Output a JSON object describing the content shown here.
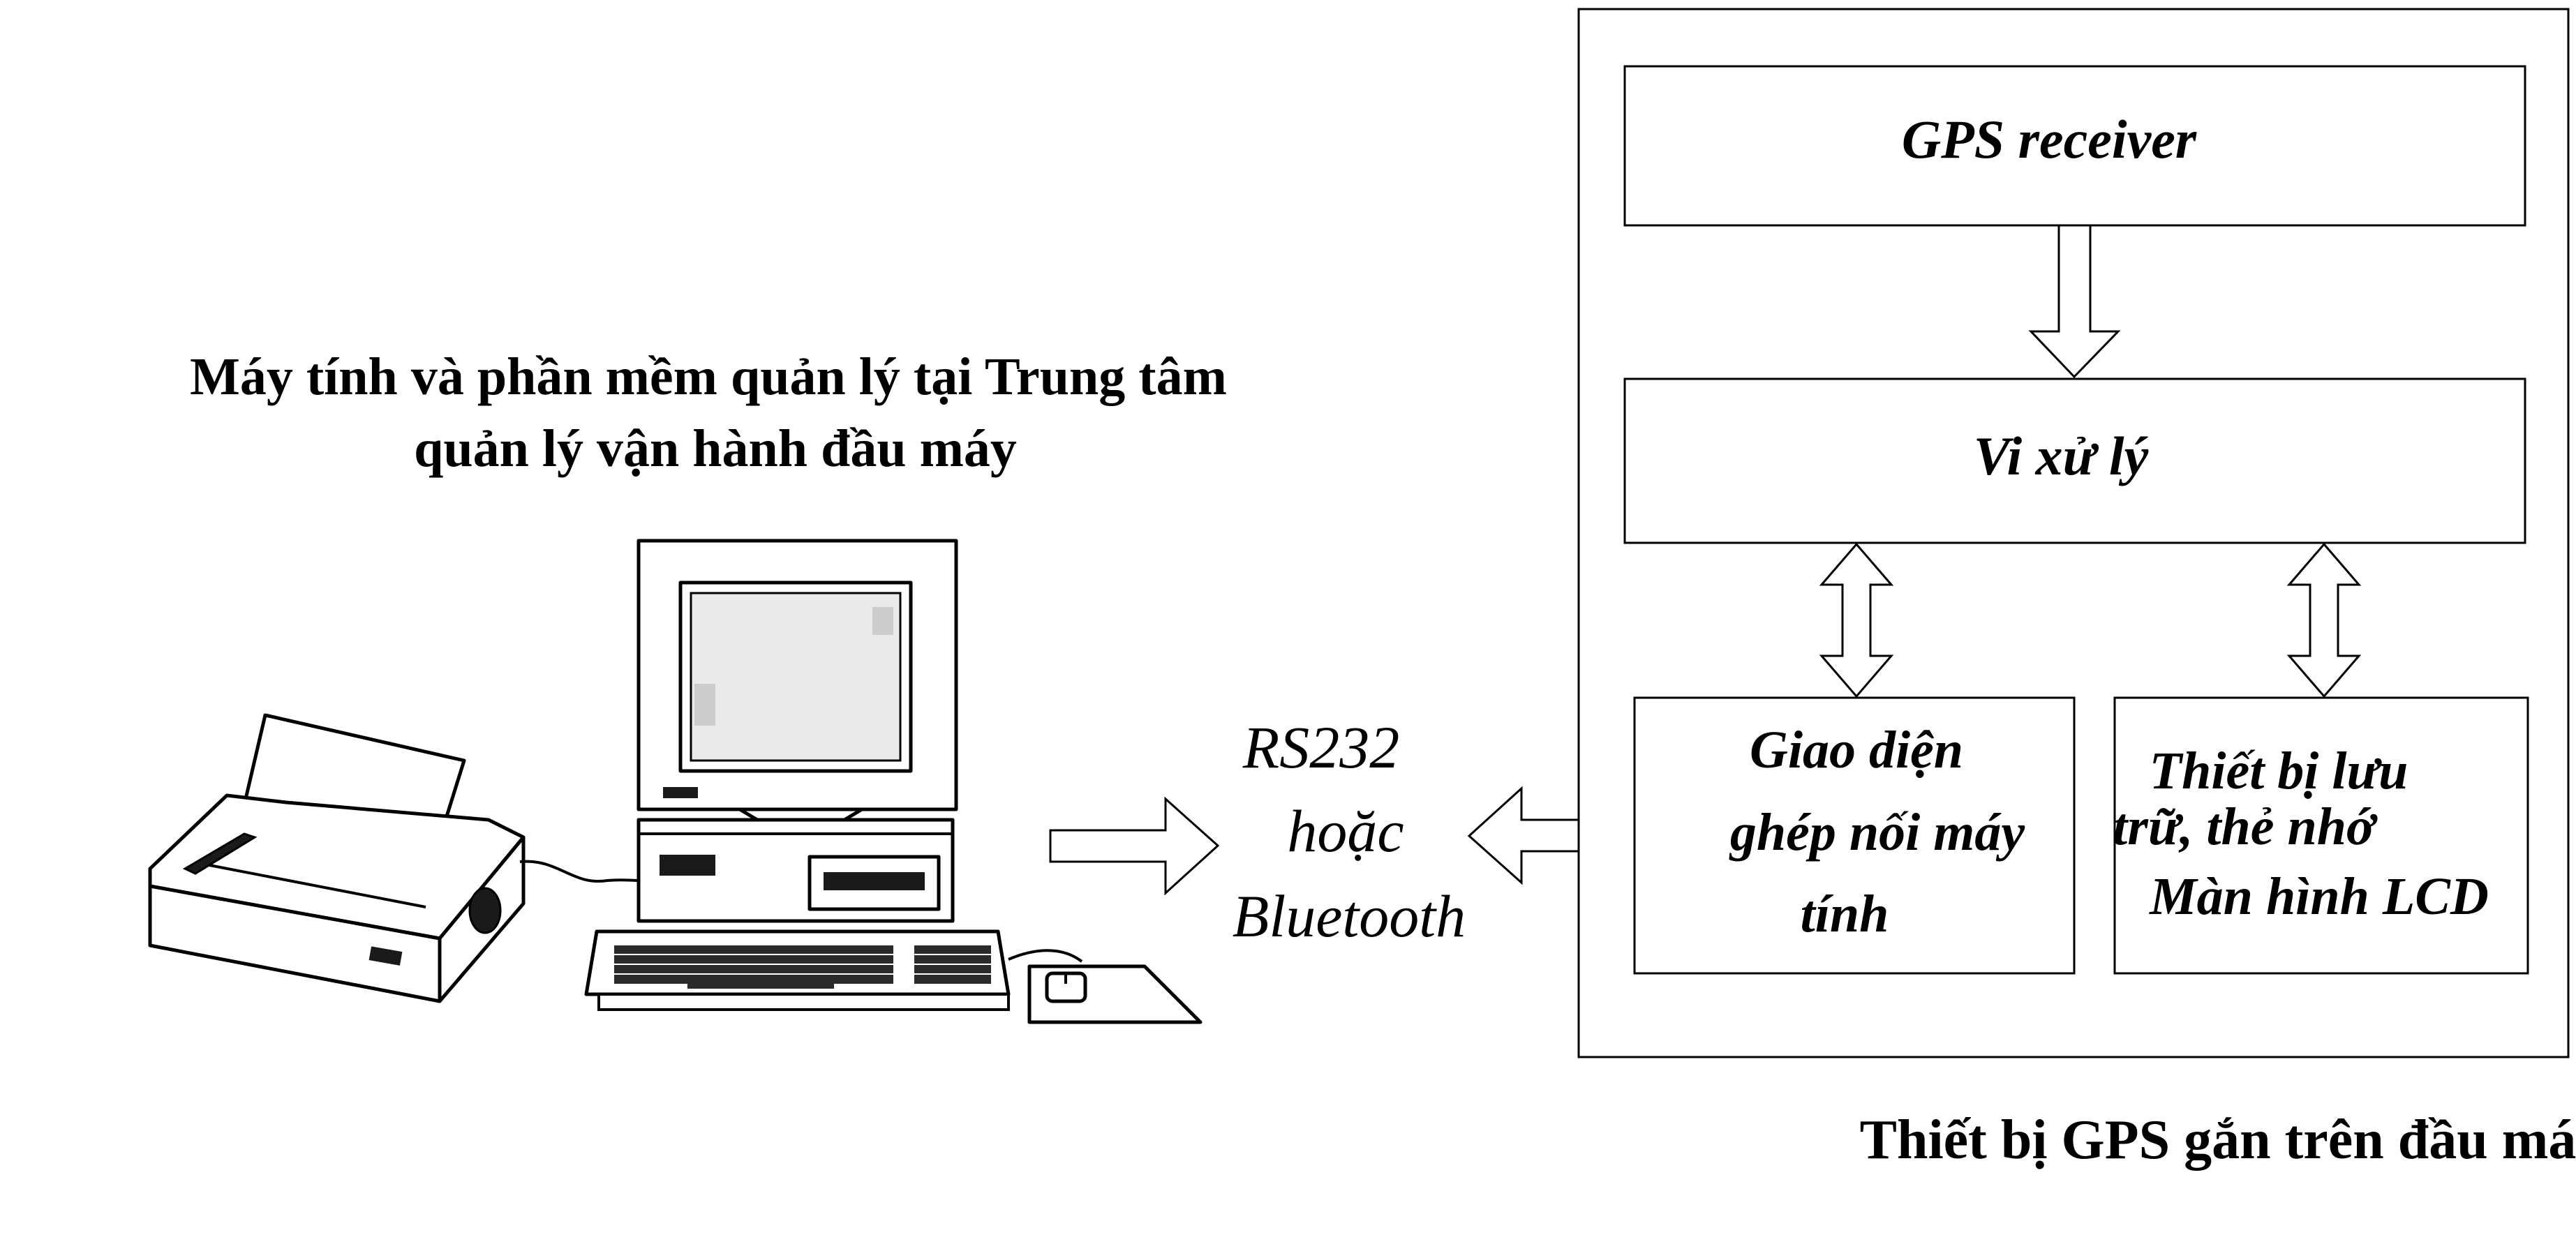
{
  "center_title": {
    "line1": "Máy tính và phần mềm quản lý tại Trung tâm",
    "line2": "quản lý vận hành đầu máy"
  },
  "link_label": {
    "line1": "RS232",
    "line2": "hoặc",
    "line3": "Bluetooth"
  },
  "device": {
    "caption": "Thiết bị GPS gắn trên đầu máy",
    "gps_receiver": "GPS receiver",
    "processor": "Vi xử lý",
    "pc_interface": {
      "line1": "Giao diện",
      "line2": "ghép nối máy",
      "line3": "tính"
    },
    "storage": {
      "line1": "Thiết bị lưu",
      "line2": "trữ, thẻ nhớ",
      "line3": "Màn hình LCD"
    }
  }
}
